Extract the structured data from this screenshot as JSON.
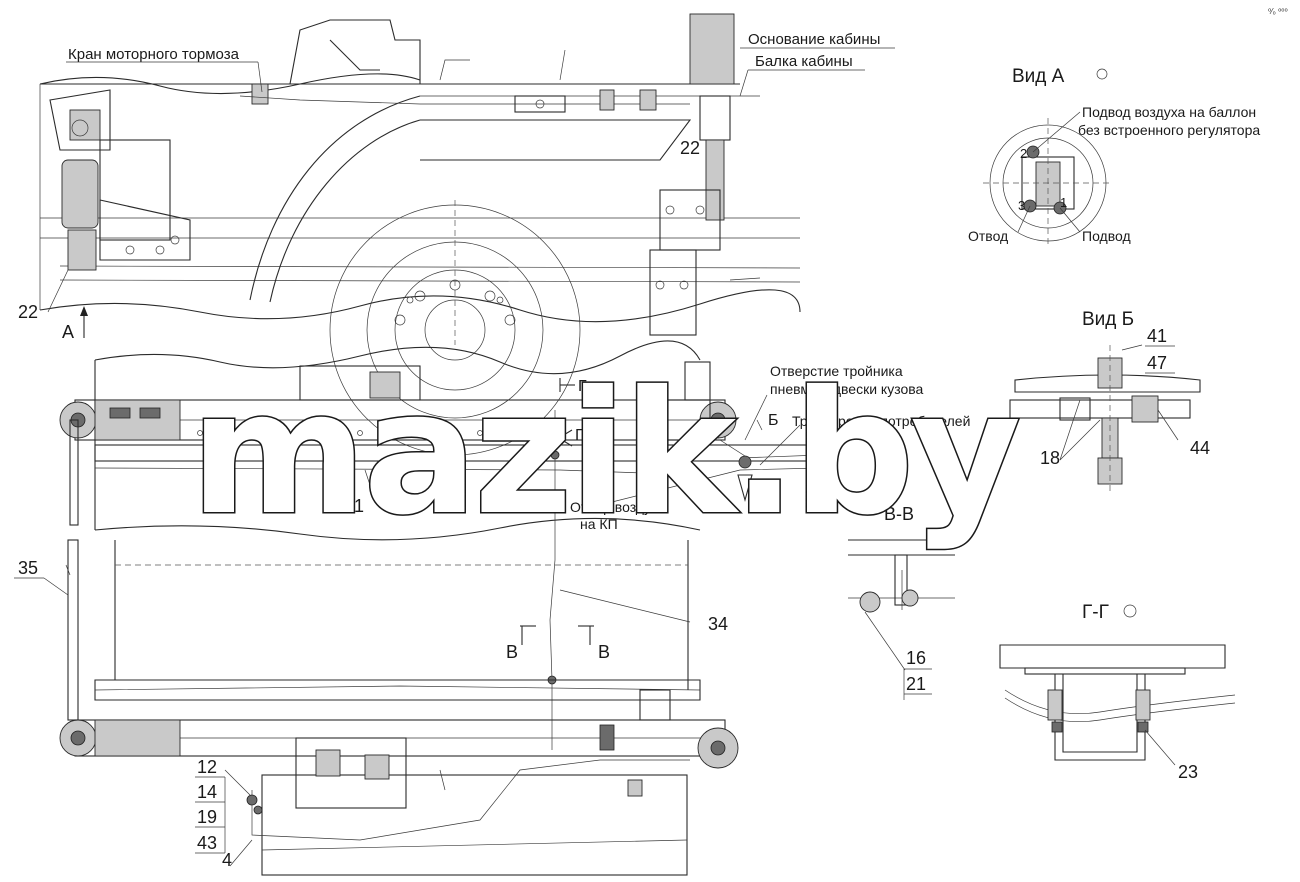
{
  "labels": {
    "kran": "Кран моторного тормоза",
    "osnovanie": "Основание кабины",
    "balka": "Балка кабины",
    "vid_a": "Вид А",
    "podvod_ballon_1": "Подвод воздуха на баллон",
    "podvod_ballon_2": "без встроенного регулятора",
    "otvod": "Отвод",
    "podvod": "Подвод",
    "n22a": "22",
    "n22b": "22",
    "a_mark": "А",
    "vid_b": "Вид Б",
    "n41": "41",
    "n47": "47",
    "n44": "44",
    "n18": "18",
    "otverstie_1": "Отверстие тройника",
    "otverstie_2": "пневмоподвески кузова",
    "truboprovod": "Трубопровод потребителей",
    "b_mark": "Б",
    "g_mark1": "Г",
    "g_mark2": "Г",
    "n1": "1",
    "otbor_1": "Отбор воздуха",
    "otbor_2": "на КП",
    "vv": "В-В",
    "n35": "35",
    "n34": "34",
    "v_left": "В",
    "v_right": "В",
    "n16": "16",
    "n21": "21",
    "gg": "Г-Г",
    "n23": "23",
    "n12": "12",
    "n14": "14",
    "n19": "19",
    "n43": "43",
    "n4": "4",
    "c1": "2",
    "c2": "3",
    "c3": "1"
  },
  "watermark": "mazik.by",
  "corner_mark": "⁰⁄₀ ⁰⁰⁰"
}
